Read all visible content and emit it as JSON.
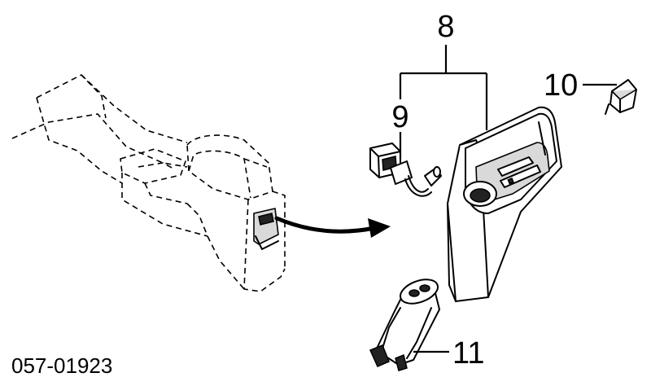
{
  "diagram_id": "057-01923",
  "callouts": {
    "c8": "8",
    "c9": "9",
    "c10": "10",
    "c11": "11"
  }
}
